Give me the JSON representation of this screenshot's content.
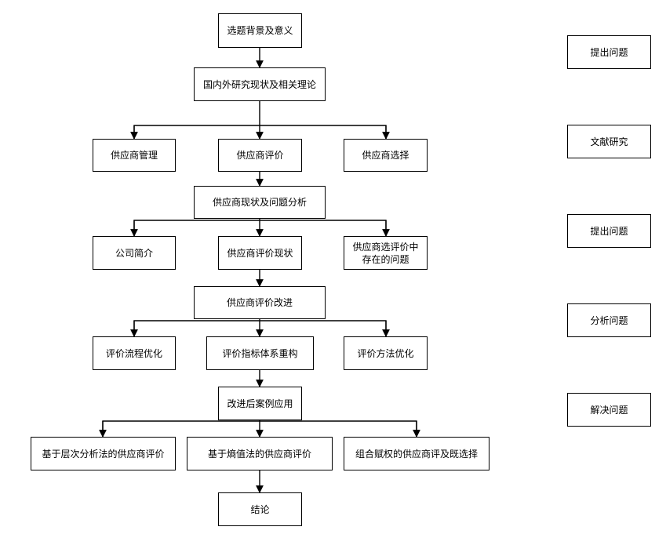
{
  "flow": {
    "n1": "选题背景及意义",
    "n2": "国内外研究现状及相关理论",
    "n3a": "供应商管理",
    "n3b": "供应商评价",
    "n3c": "供应商选择",
    "n4": "供应商现状及问题分析",
    "n5a": "公司简介",
    "n5b": "供应商评价现状",
    "n5c_line1": "供应商选评价中",
    "n5c_line2": "存在的问题",
    "n6": "供应商评价改进",
    "n7a": "评价流程优化",
    "n7b": "评价指标体系重构",
    "n7c": "评价方法优化",
    "n8": "改进后案例应用",
    "n9a": "基于层次分析法的供应商评价",
    "n9b": "基于熵值法的供应商评价",
    "n9c": "组合赋权的供应商评及既选择",
    "n10": "结论"
  },
  "stages": {
    "s1": "提出问题",
    "s2": "文献研究",
    "s3": "提出问题",
    "s4": "分析问题",
    "s5": "解决问题"
  }
}
